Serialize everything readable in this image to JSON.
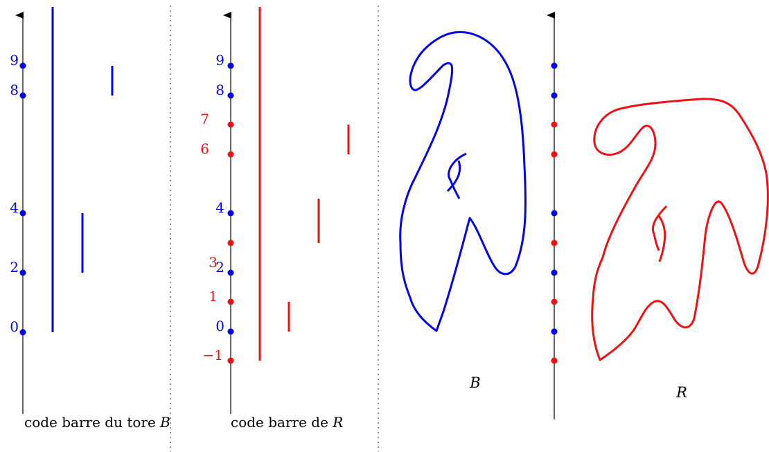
{
  "colors": {
    "blue": "#0000ee",
    "red": "#ee1111",
    "black": "#000000",
    "divider": "#555555"
  },
  "panel_barcode_B": {
    "caption_prefix": "code barre du tore ",
    "caption_var": "B",
    "axis_labels": [
      {
        "text": "9",
        "color": "blue"
      },
      {
        "text": "8",
        "color": "blue"
      },
      {
        "text": "4",
        "color": "blue"
      },
      {
        "text": "2",
        "color": "blue"
      },
      {
        "text": "0",
        "color": "blue"
      }
    ]
  },
  "panel_barcode_R": {
    "caption_prefix": "code barre de ",
    "caption_var": "R",
    "axis_labels": [
      {
        "text": "9",
        "color": "blue"
      },
      {
        "text": "8",
        "color": "blue"
      },
      {
        "text": "7",
        "color": "red"
      },
      {
        "text": "6",
        "color": "red"
      },
      {
        "text": "4",
        "color": "blue"
      },
      {
        "text": "3",
        "color": "red"
      },
      {
        "text": "2",
        "color": "blue"
      },
      {
        "text": "1",
        "color": "red"
      },
      {
        "text": "0",
        "color": "blue"
      },
      {
        "text": "−1",
        "color": "red"
      }
    ]
  },
  "shapes": {
    "label_B": "B",
    "label_R": "R",
    "middle_axis_dot_colors": [
      "blue",
      "blue",
      "red",
      "red",
      "blue",
      "red",
      "blue",
      "red",
      "blue",
      "red"
    ]
  }
}
